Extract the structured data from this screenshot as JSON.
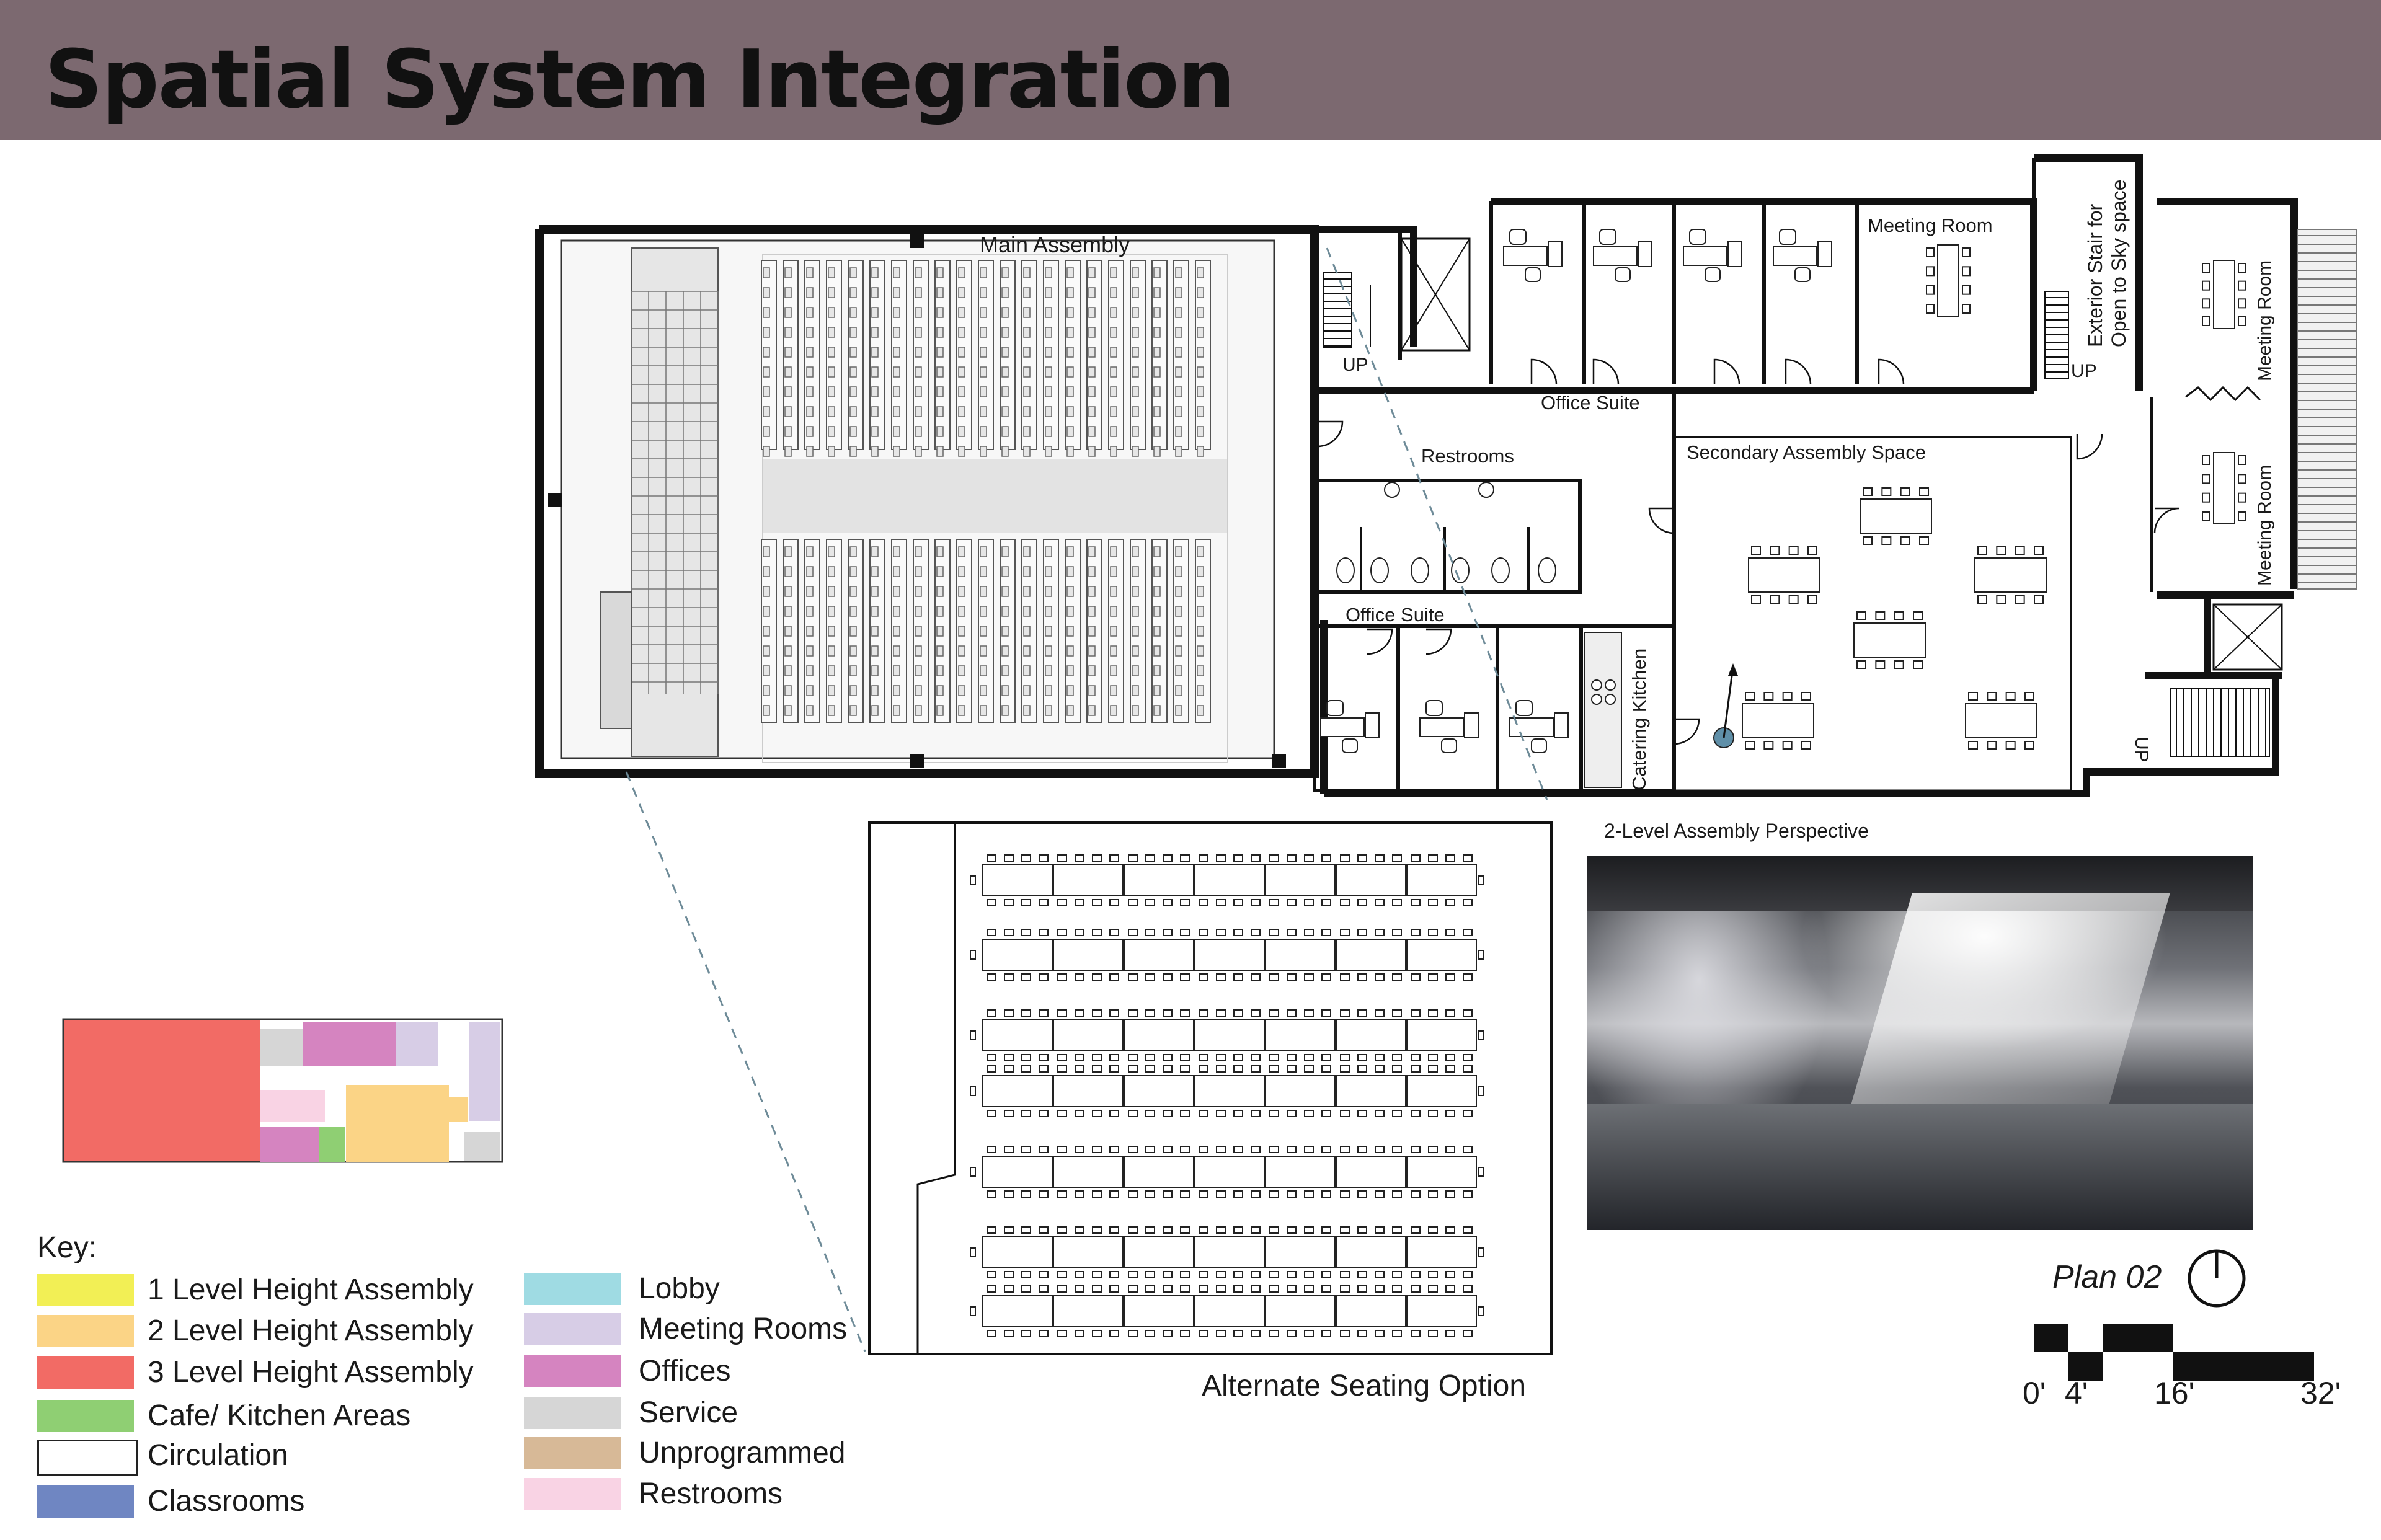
{
  "header": {
    "title": "Spatial System Integration"
  },
  "plan": {
    "rooms": {
      "main_assembly": "Main Assembly",
      "meeting_room_top": "Meeting Room",
      "exterior_stair": "Exterior Stair for Open to Sky space",
      "exterior_stair_line1": "Exterior Stair for",
      "exterior_stair_line2": "Open to Sky space",
      "meeting_room_right_top": "Meeting Room",
      "meeting_room_right_bottom": "Meeting Room",
      "office_suite_top": "Office Suite",
      "restrooms": "Restrooms",
      "secondary_assembly": "Secondary Assembly Space",
      "office_suite_bottom": "Office Suite",
      "catering_kitchen": "Catering Kitchen",
      "up_stair_left": "UP",
      "up_stair_exterior": "UP",
      "up_stair_right": "UP"
    },
    "alternate_seating_caption": "Alternate Seating Option",
    "perspective_caption": "2-Level Assembly Perspective",
    "plan_label": "Plan 02",
    "scale": [
      "0'",
      "4'",
      "16'",
      "32'"
    ]
  },
  "colors": {
    "header": "#7c6970",
    "one_level": "#f2ef55",
    "two_level": "#fbd486",
    "three_level": "#f26b65",
    "cafe": "#8fcf73",
    "circulation": "#ffffff",
    "classrooms": "#6f86c2",
    "lobby": "#9fdbe3",
    "meeting": "#d7cde6",
    "offices": "#d584c0",
    "service": "#d6d6d6",
    "unprogrammed": "#d7b997",
    "restrooms": "#f9d3e4"
  },
  "legend": {
    "title": "Key:",
    "items": [
      {
        "label": "1 Level Height Assembly",
        "color": "#f2ef55"
      },
      {
        "label": "2 Level Height Assembly",
        "color": "#fbd486"
      },
      {
        "label": "3 Level Height Assembly",
        "color": "#f26b65"
      },
      {
        "label": "Cafe/ Kitchen Areas",
        "color": "#8fcf73"
      },
      {
        "label": "Circulation",
        "color": "#ffffff"
      },
      {
        "label": "Classrooms",
        "color": "#6f86c2"
      },
      {
        "label": "Lobby",
        "color": "#9fdbe3"
      },
      {
        "label": "Meeting Rooms",
        "color": "#d7cde6"
      },
      {
        "label": "Offices",
        "color": "#d584c0"
      },
      {
        "label": "Service",
        "color": "#d6d6d6"
      },
      {
        "label": "Unprogrammed",
        "color": "#d7b997"
      },
      {
        "label": "Restrooms",
        "color": "#f9d3e4"
      }
    ]
  }
}
